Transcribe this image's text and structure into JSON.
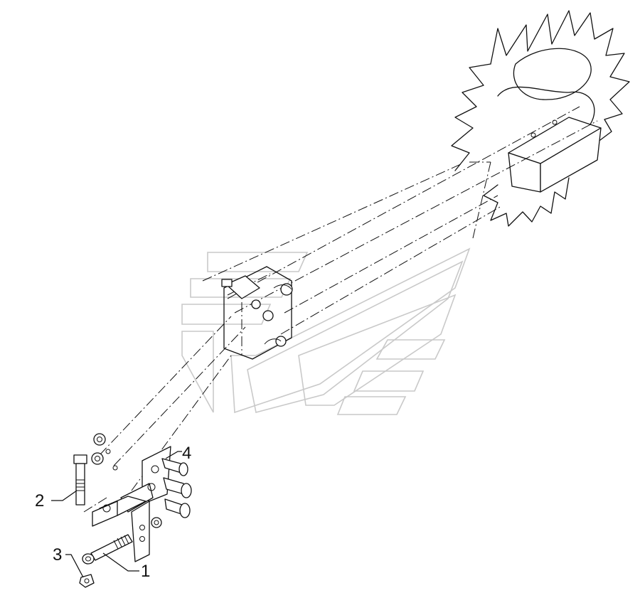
{
  "diagram": {
    "callouts": [
      {
        "id": "1",
        "label": "1"
      },
      {
        "id": "2",
        "label": "2"
      },
      {
        "id": "3",
        "label": "3"
      },
      {
        "id": "4",
        "label": "4"
      }
    ],
    "line_color": "#111111",
    "watermark_color": "#c9c9c9"
  }
}
